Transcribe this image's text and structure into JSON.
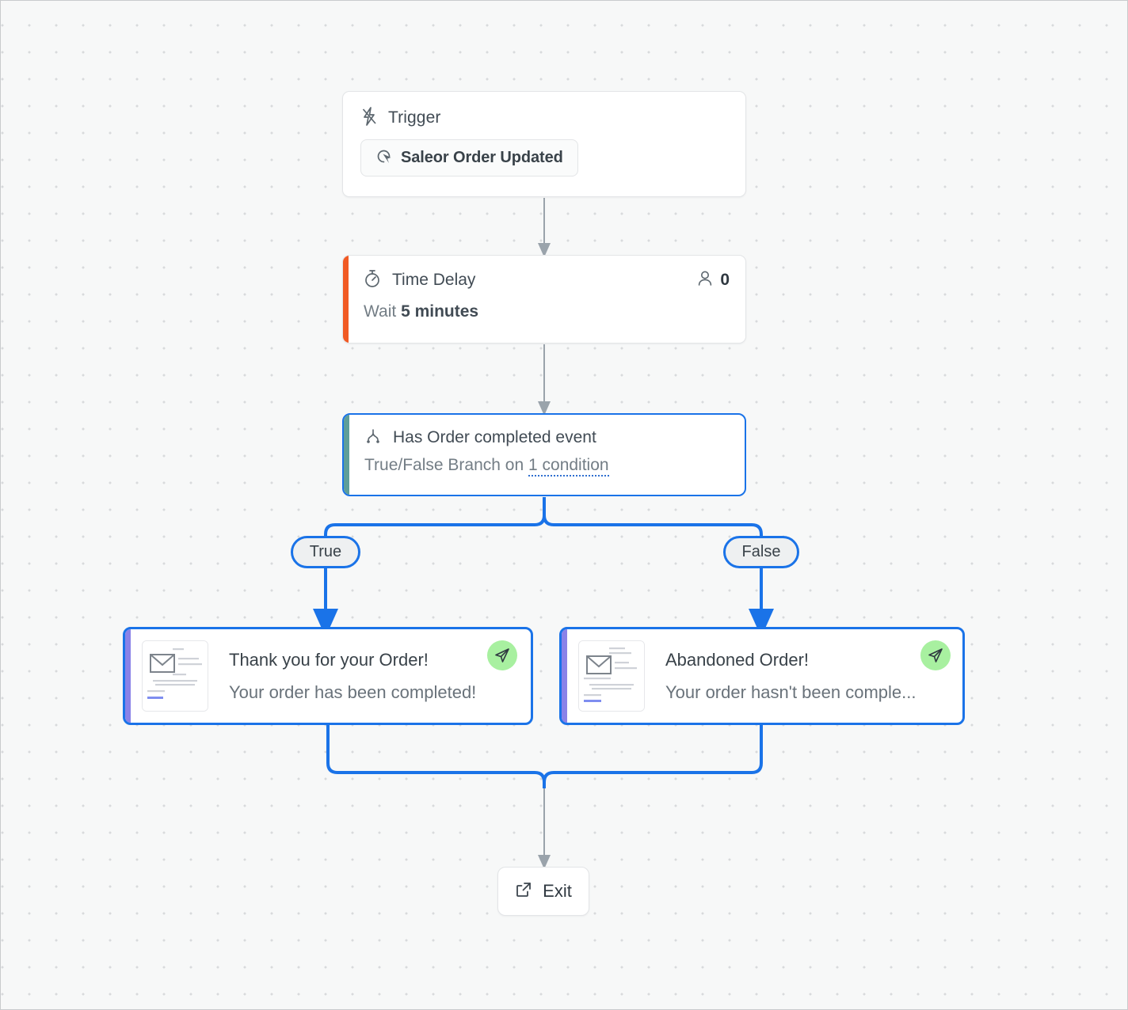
{
  "canvas": {
    "background_color": "#f7f8f8",
    "dot_color": "#d8dadc",
    "border_color": "#c9cbcd"
  },
  "colors": {
    "selected_border": "#1a73e8",
    "edge_gray": "#9aa3ab",
    "edge_blue": "#1a73e8",
    "accent_delay": "#f15a24",
    "accent_branch": "#5e9e9a",
    "accent_email": "#8a82e8",
    "send_badge": "#a8f0a0"
  },
  "nodes": {
    "trigger": {
      "icon": "lightning-bolt-icon",
      "title": "Trigger",
      "chip": {
        "icon": "cursor-click-icon",
        "label": "Saleor Order Updated"
      }
    },
    "time_delay": {
      "icon": "stopwatch-icon",
      "title": "Time Delay",
      "audience_icon": "person-icon",
      "audience_count": "0",
      "wait_prefix": "Wait",
      "wait_value": "5 minutes"
    },
    "branch": {
      "icon": "branch-split-icon",
      "title": "Has Order completed event",
      "subtitle_prefix": "True/False Branch on",
      "condition_link": "1 condition",
      "selected": true
    },
    "email_true": {
      "icon": "email-thumbnail-icon",
      "subject": "Thank you for your Order!",
      "preview": "Your order has been completed!",
      "badge_icon": "send-paper-plane-icon",
      "selected": true
    },
    "email_false": {
      "icon": "email-thumbnail-icon",
      "subject": "Abandoned Order!",
      "preview": "Your order hasn't been comple...",
      "badge_icon": "send-paper-plane-icon",
      "selected": true
    },
    "exit": {
      "icon": "external-link-icon",
      "label": "Exit"
    }
  },
  "branch_labels": {
    "true": "True",
    "false": "False"
  }
}
